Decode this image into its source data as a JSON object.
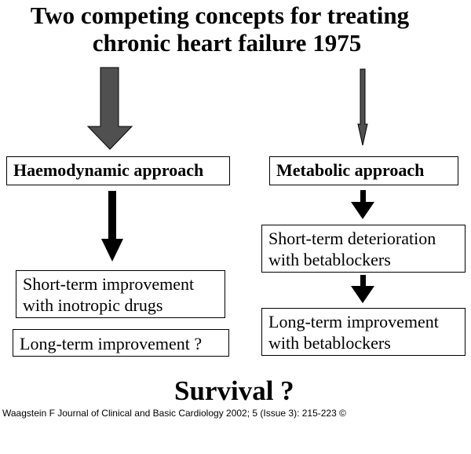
{
  "title": {
    "line1": "Two competing concepts for treating",
    "line2": "chronic heart failure 1975"
  },
  "left": {
    "header": "Haemodynamic approach",
    "box1": [
      "Short-term improvement",
      "with inotropic drugs"
    ],
    "box2": "Long-term improvement ?"
  },
  "right": {
    "header": "Metabolic approach",
    "box1": [
      "Short-term deterioration",
      "with betablockers"
    ],
    "box2": [
      "Long-term improvement",
      "with betablockers"
    ]
  },
  "conclusion": "Survival ?",
  "citation": "Waagstein F Journal of Clinical and Basic Cardiology 2002; 5 (Issue 3): 215-223 ©"
}
